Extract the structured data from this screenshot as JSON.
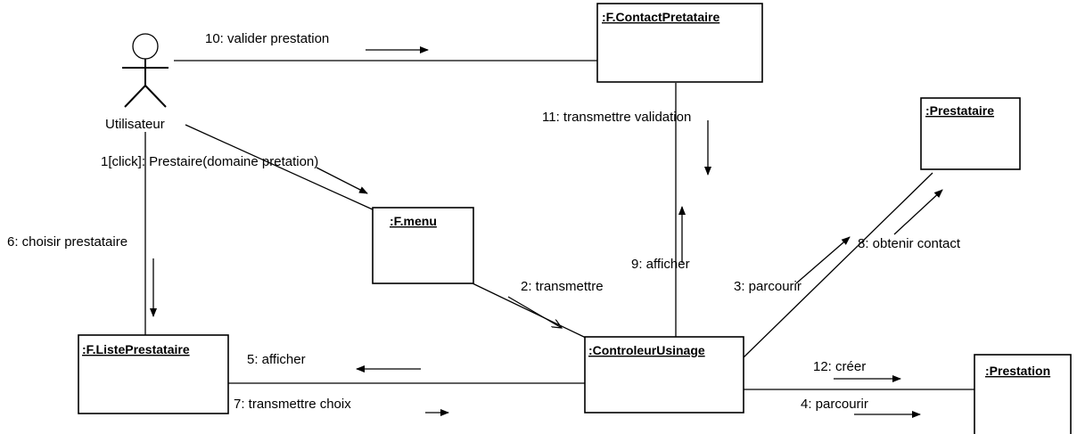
{
  "actor": {
    "name": "Utilisateur"
  },
  "objects": {
    "contact_pretataire": ":F.ContactPretataire",
    "prestataire": ":Prestataire",
    "menu": ":F.menu",
    "controleur": ":ControleurUsinage",
    "liste_prestataire": ":F.ListePrestataire",
    "prestation": ":Prestation"
  },
  "messages": {
    "m1": "1[click]: Prestaire(domaine pretation)",
    "m2": "2: transmettre",
    "m3": "3: parcourir",
    "m4": "4: parcourir",
    "m5": "5: afficher",
    "m6": "6: choisir prestataire",
    "m7": "7: transmettre choix",
    "m8": "8: obtenir contact",
    "m9": "9: afficher",
    "m10": "10: valider prestation",
    "m11": "11: transmettre validation",
    "m12": "12: créer"
  }
}
